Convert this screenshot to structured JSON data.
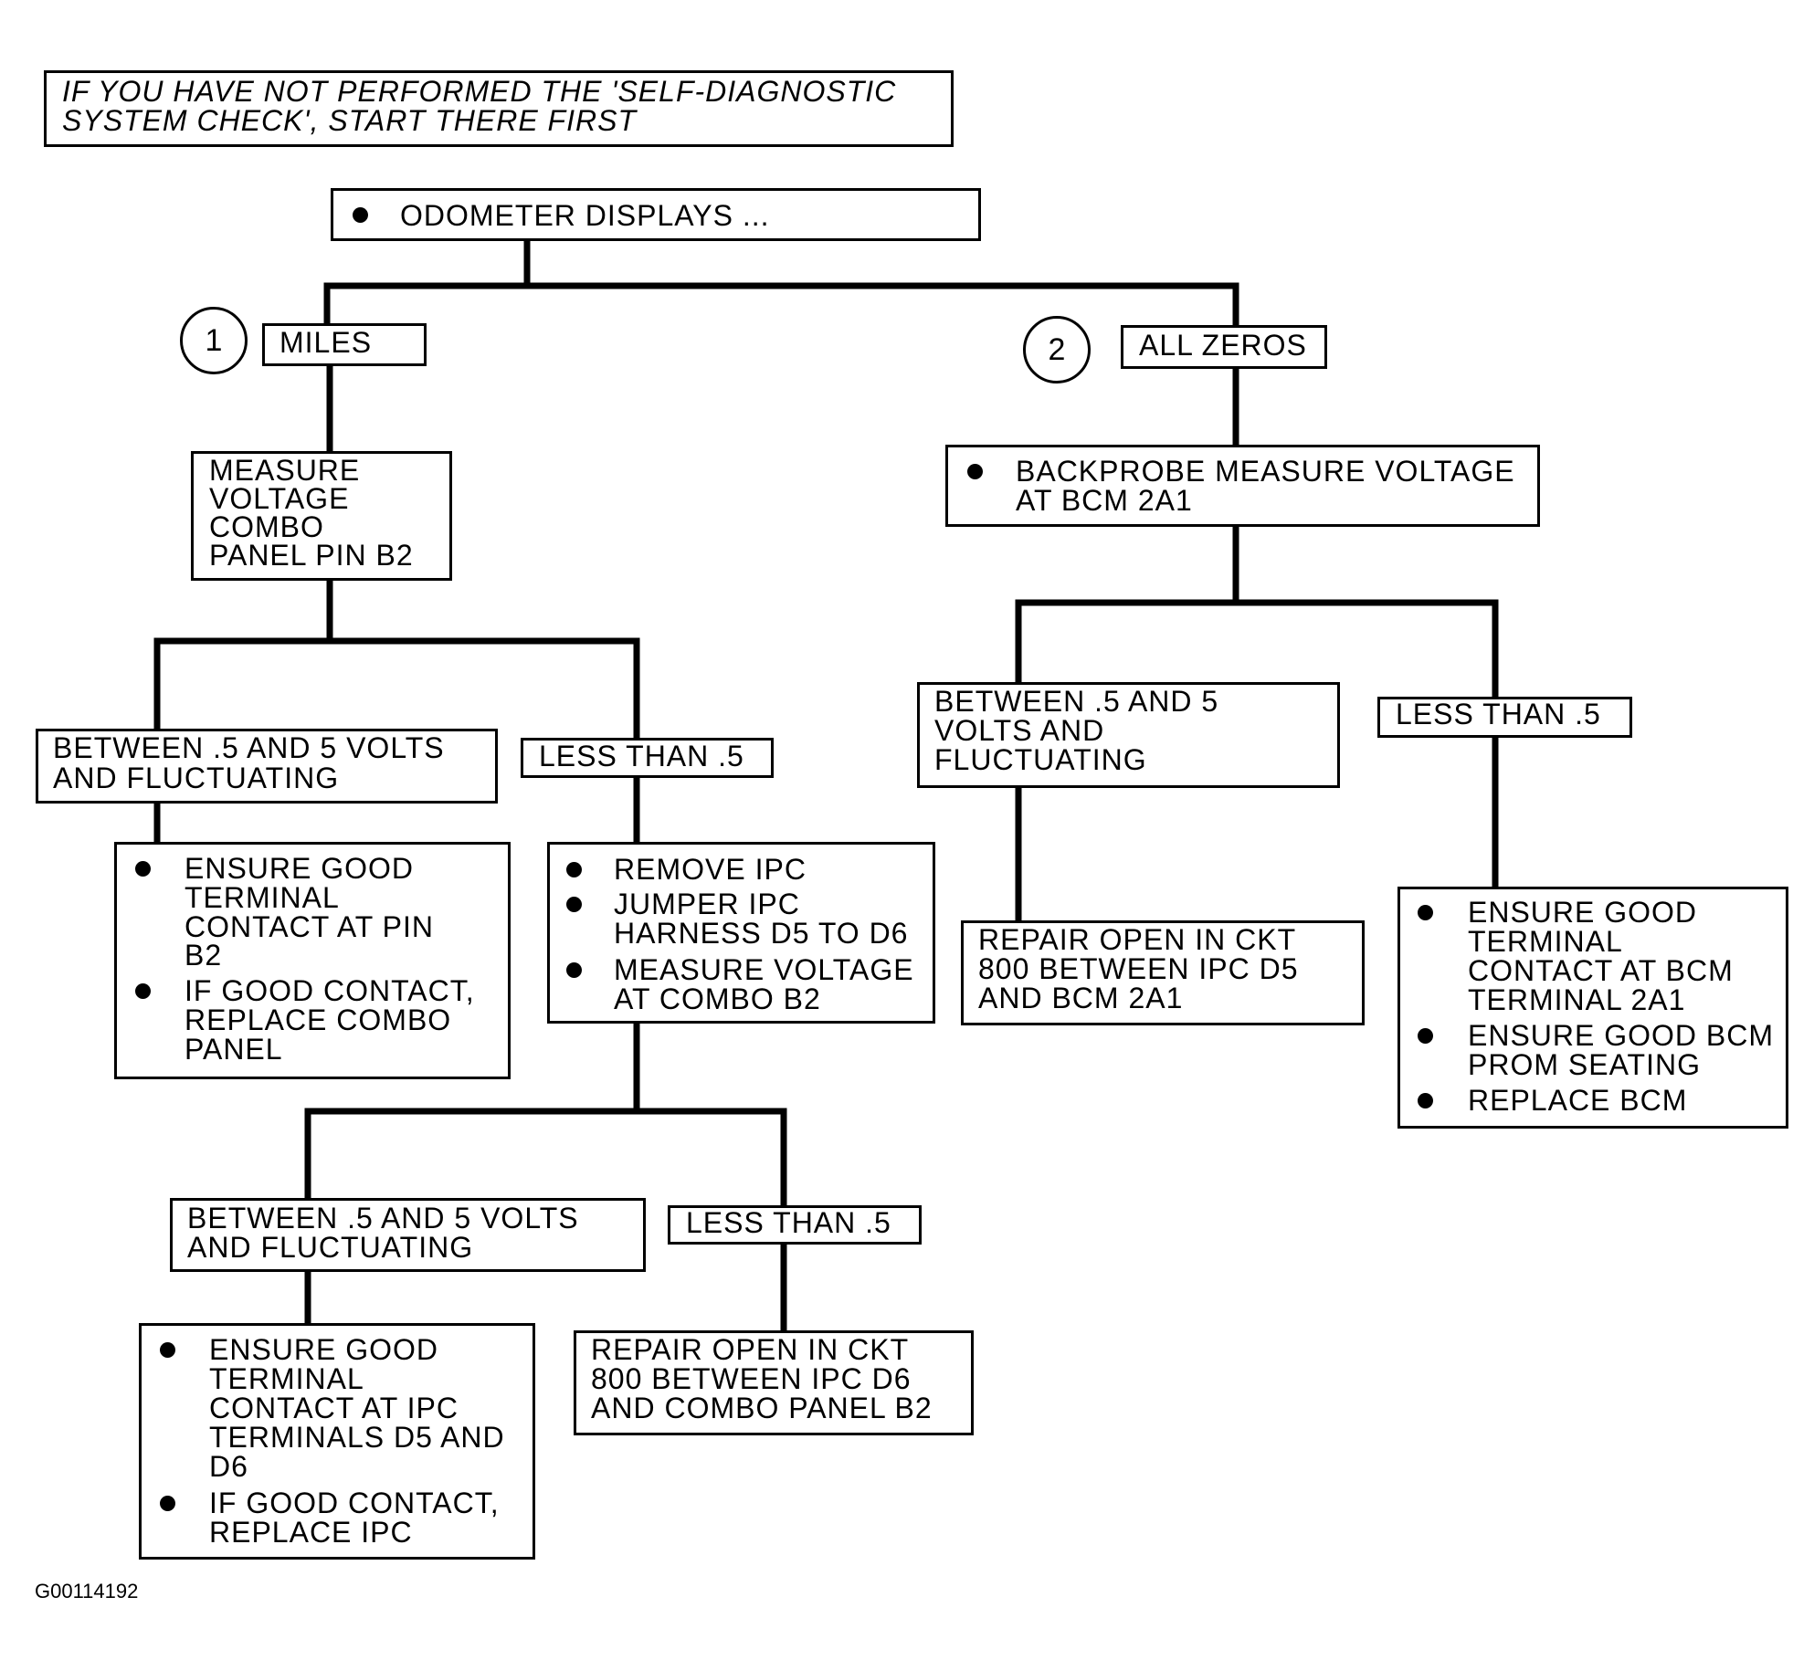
{
  "header_note": [
    "IF YOU HAVE NOT PERFORMED THE 'SELF-DIAGNOSTIC",
    "SYSTEM CHECK', START THERE FIRST"
  ],
  "root": [
    "ODOMETER DISPLAYS ..."
  ],
  "markers": {
    "left": "1",
    "right": "2"
  },
  "miles": [
    "MILES"
  ],
  "all_zeros": [
    "ALL ZEROS"
  ],
  "measure_combo": [
    "MEASURE",
    "VOLTAGE",
    "COMBO",
    "PANEL PIN B2"
  ],
  "between_1": [
    "BETWEEN .5 AND 5 VOLTS",
    "AND FLUCTUATING"
  ],
  "less_1": [
    "LESS THAN .5"
  ],
  "ensure_pin_b2": [
    "ENSURE GOOD",
    "TERMINAL",
    "CONTACT AT PIN",
    "B2",
    "IF GOOD CONTACT,",
    "REPLACE COMBO",
    "PANEL"
  ],
  "remove_ipc": [
    "REMOVE IPC",
    "JUMPER IPC",
    "HARNESS D5 TO D6",
    "MEASURE VOLTAGE",
    "AT COMBO B2"
  ],
  "between_2": [
    "BETWEEN .5 AND 5 VOLTS",
    "AND FLUCTUATING"
  ],
  "less_2": [
    "LESS THAN .5"
  ],
  "ensure_ipc": [
    "ENSURE GOOD",
    "TERMINAL",
    "CONTACT AT IPC",
    "TERMINALS D5 AND",
    "D6",
    "IF GOOD CONTACT,",
    "REPLACE IPC"
  ],
  "repair_d6": [
    "REPAIR OPEN IN CKT",
    "800 BETWEEN IPC D6",
    "AND COMBO PANEL B2"
  ],
  "backprobe": [
    "BACKPROBE MEASURE VOLTAGE",
    "AT BCM 2A1"
  ],
  "between_3": [
    "BETWEEN .5 AND 5",
    "VOLTS AND",
    "FLUCTUATING"
  ],
  "less_3": [
    "LESS THAN .5"
  ],
  "repair_d5": [
    "REPAIR OPEN IN CKT",
    "800 BETWEEN IPC D5",
    "AND BCM 2A1"
  ],
  "ensure_bcm": [
    "ENSURE GOOD",
    "TERMINAL",
    "CONTACT AT BCM",
    "TERMINAL 2A1",
    "ENSURE GOOD BCM",
    "PROM SEATING",
    "REPLACE BCM"
  ],
  "figure_id": "G00114192"
}
